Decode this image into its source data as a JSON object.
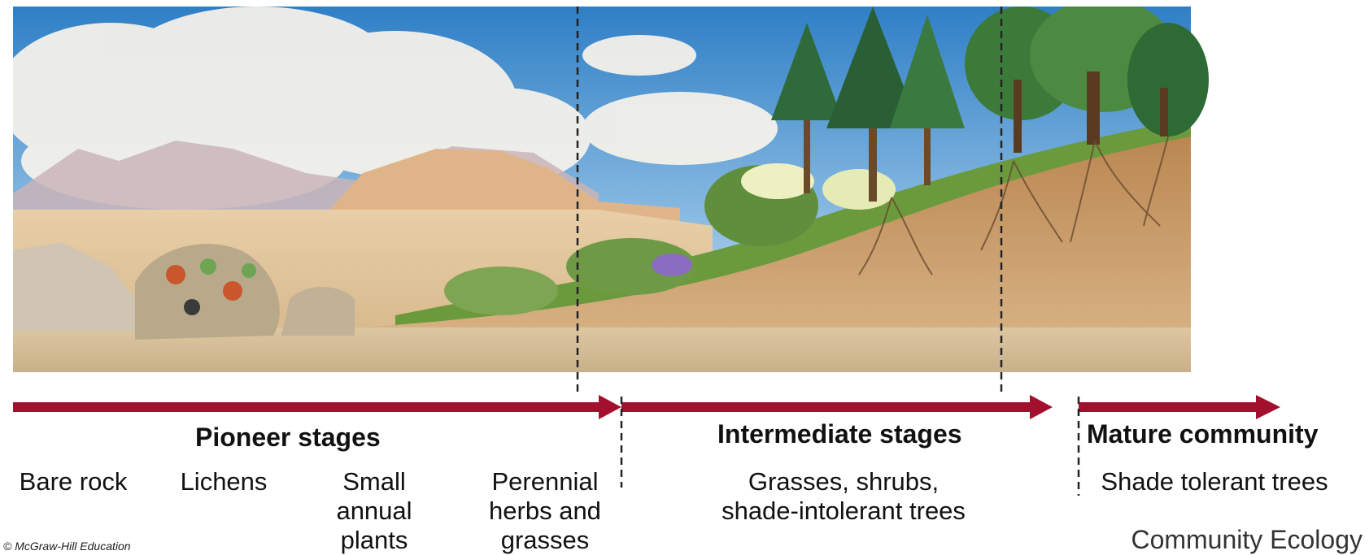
{
  "stages": [
    {
      "title": "Pioneer stages"
    },
    {
      "title": "Intermediate stages"
    },
    {
      "title": "Mature community"
    }
  ],
  "steps": [
    {
      "lines": [
        "Bare rock"
      ]
    },
    {
      "lines": [
        "Lichens"
      ]
    },
    {
      "lines": [
        "Small",
        "annual",
        "plants"
      ]
    },
    {
      "lines": [
        "Perennial",
        "herbs and",
        "grasses"
      ]
    },
    {
      "lines": [
        "Grasses, shrubs,",
        "shade-intolerant trees"
      ]
    },
    {
      "lines": [
        "Shade tolerant trees"
      ]
    }
  ],
  "copyright": "© McGraw-Hill Education",
  "footer_title": "Community Ecology",
  "colors": {
    "arrow": "#a3102e",
    "divider": "#222222"
  }
}
